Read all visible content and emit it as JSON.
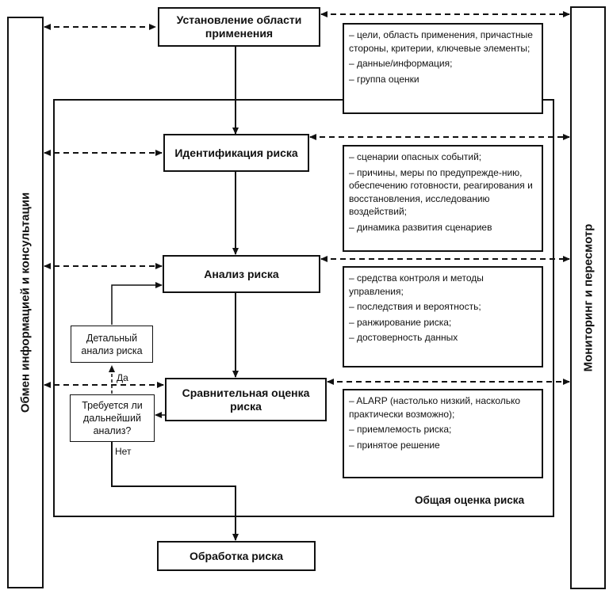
{
  "left_bar": {
    "label": "Обмен информацией и консультации"
  },
  "right_bar": {
    "label": "Мониторинг и пересмотр"
  },
  "region": {
    "label": "Общая оценка риска"
  },
  "steps": {
    "context": "Установление области применения",
    "identification": "Идентификация риска",
    "analysis": "Анализ риска",
    "evaluation": "Сравнительная оценка риска",
    "treatment": "Обработка риска"
  },
  "decision": {
    "question": "Требуется ли дальнейший анализ?",
    "detailed": "Детальный анализ риска",
    "yes": "Да",
    "no": "Нет"
  },
  "notes": {
    "context": [
      "– цели, область применения, причастные стороны, критерии, ключевые элементы;",
      "– данные/информация;",
      "– группа оценки"
    ],
    "identification": [
      "– сценарии опасных событий;",
      "– причины, меры по предупрежде-нию, обеспечению готовности, реагирования и восстановления, исследованию воздействий;",
      "– динамика развития сценариев"
    ],
    "analysis": [
      "– средства контроля и методы управления;",
      "– последствия и вероятность;",
      "– ранжирование риска;",
      "– достоверность данных"
    ],
    "evaluation": [
      "– ALARP (настолько низкий, насколько практически возможно);",
      "– приемлемость риска;",
      "– принятое решение"
    ]
  }
}
